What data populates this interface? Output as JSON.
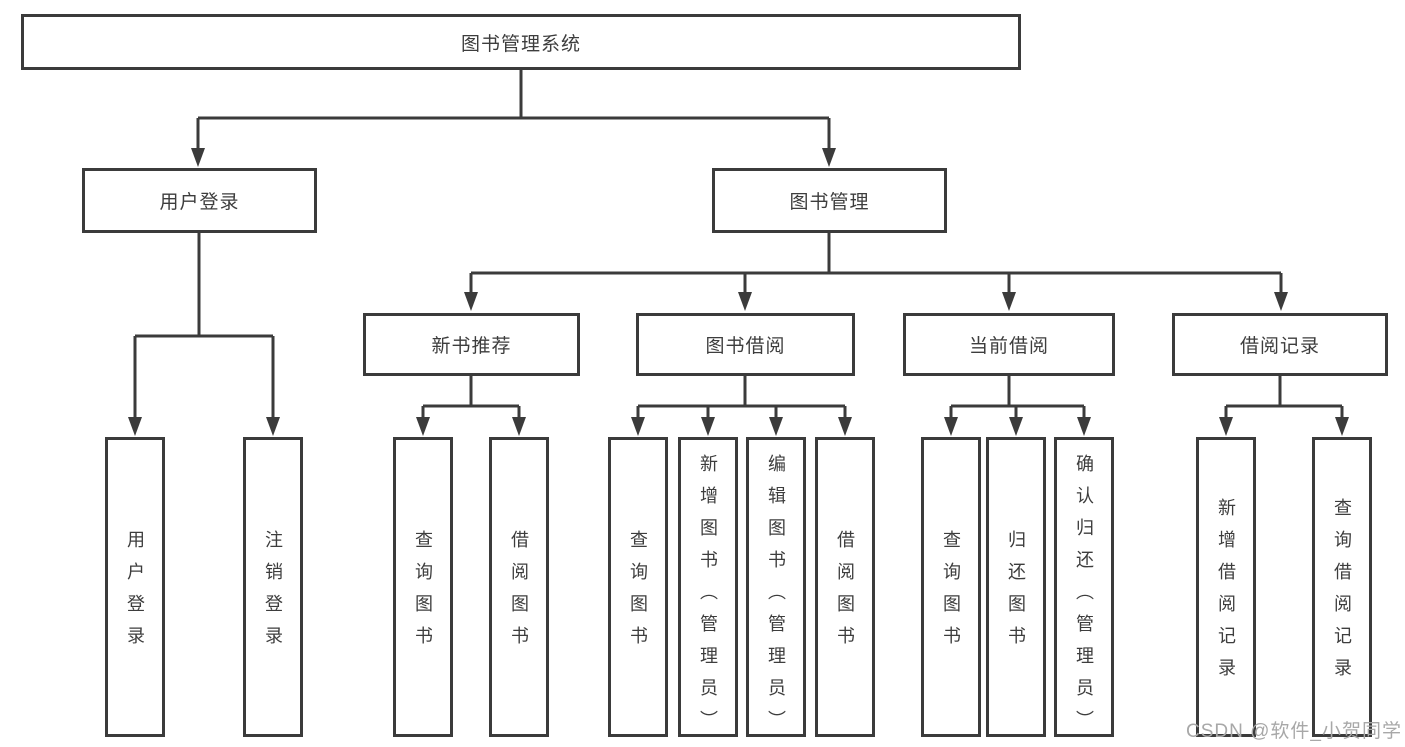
{
  "diagram_title": "图书管理系统",
  "tree": {
    "root": {
      "label": "图书管理系统",
      "children": [
        {
          "label": "用户登录",
          "children": [
            {
              "label": "用户登录"
            },
            {
              "label": "注销登录"
            }
          ]
        },
        {
          "label": "图书管理",
          "children": [
            {
              "label": "新书推荐",
              "children": [
                {
                  "label": "查询图书"
                },
                {
                  "label": "借阅图书"
                }
              ]
            },
            {
              "label": "图书借阅",
              "children": [
                {
                  "label": "查询图书"
                },
                {
                  "label": "新增图书（管理员）"
                },
                {
                  "label": "编辑图书（管理员）"
                },
                {
                  "label": "借阅图书"
                }
              ]
            },
            {
              "label": "当前借阅",
              "children": [
                {
                  "label": "查询图书"
                },
                {
                  "label": "归还图书"
                },
                {
                  "label": "确认归还（管理员）"
                }
              ]
            },
            {
              "label": "借阅记录",
              "children": [
                {
                  "label": "新增借阅记录"
                },
                {
                  "label": "查询借阅记录"
                }
              ]
            }
          ]
        }
      ]
    }
  },
  "watermark": {
    "text": "CSDN @软件_小贺同学"
  },
  "colors": {
    "line": "#3b3b3b",
    "text": "#3d3d3d",
    "box_background": "#ffffff",
    "page_background": "#ffffff",
    "watermark": "#a8a8a8"
  }
}
